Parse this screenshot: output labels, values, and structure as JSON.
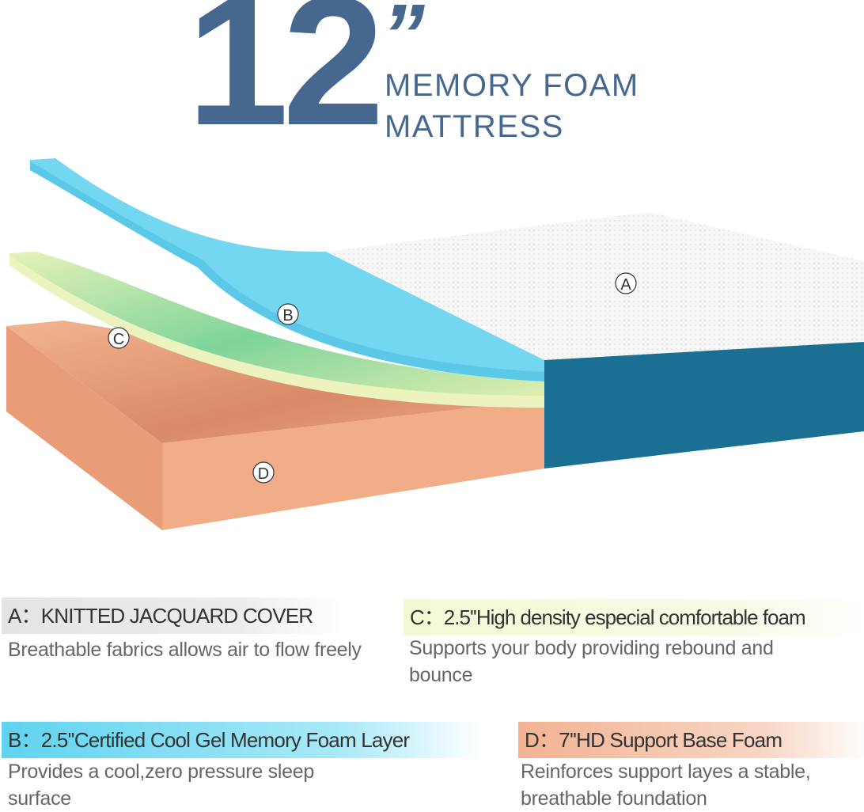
{
  "headline": {
    "number": "12",
    "unit": "”",
    "line1": "MEMORY FOAM",
    "line2": "MATTRESS"
  },
  "colors": {
    "brand": "#46688f",
    "cover": "#f4f4f4",
    "cover_side": "#1a6f93",
    "gel_layer": "#6fd6ef",
    "comfort_layer": "#dfeeb4",
    "base_layer": "#f0ad8a"
  },
  "labels": {
    "a": "A",
    "b": "B",
    "c": "C",
    "d": "D"
  },
  "layers": [
    {
      "title": "A：KNITTED JACQUARD COVER",
      "description": "Breathable fabrics allows air to flow freely"
    },
    {
      "title": "C：2.5''High density especial comfortable foam",
      "description": "Supports your body providing rebound and bounce"
    },
    {
      "title": "B：2.5''Certified Cool Gel Memory Foam Layer",
      "description": "Provides a cool,zero pressure sleep surface"
    },
    {
      "title": "D：7''HD Support Base Foam",
      "description": "Reinforces support layes a stable, breathable foundation"
    }
  ]
}
